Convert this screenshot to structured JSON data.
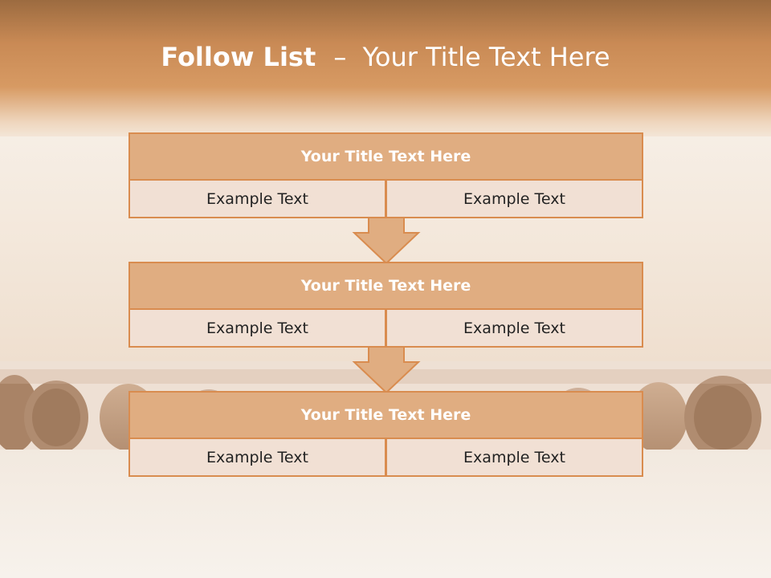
{
  "title": {
    "bold": "Follow List",
    "separator": "–",
    "rest": "Your Title Text Here"
  },
  "colors": {
    "header_fill": "#e0ad81",
    "border": "#d98c4f",
    "cell_fill": "#f1e0d4",
    "arrow_fill": "#e0ad81"
  },
  "blocks": [
    {
      "header": "Your Title Text Here",
      "cells": [
        "Example Text",
        "Example Text"
      ]
    },
    {
      "header": "Your Title Text Here",
      "cells": [
        "Example Text",
        "Example Text"
      ]
    },
    {
      "header": "Your Title Text Here",
      "cells": [
        "Example Text",
        "Example Text"
      ]
    }
  ],
  "arrow_icon": "arrow-down-icon"
}
